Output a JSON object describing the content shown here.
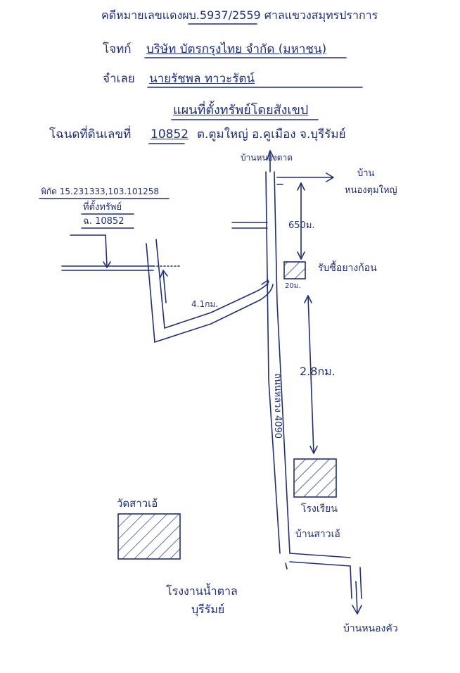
{
  "header": {
    "case_line": "คดีหมายเลขแดงผบ.5937/2559 ศาลแขวงสมุทรปราการ",
    "plaintiff_label": "โจทก์",
    "plaintiff_name": "บริษัท บัตรกรุงไทย จำกัด (มหาชน)",
    "defendant_label": "จำเลย",
    "defendant_name": "นายรัชพล ทาวะรัตน์",
    "map_title": "แผนที่ตั้งทรัพย์โดยสังเขป",
    "deed_prefix": "โฉนดที่ดินเลขที่",
    "deed_number": "10852",
    "deed_suffix": "ต.ตูมใหญ่ อ.คูเมือง จ.บุรีรัมย์"
  },
  "labels": {
    "coords": "พิกัด 15.231333,103.101258",
    "property_line1": "ที่ตั้งทรัพย์",
    "property_line2": "ฉ. 10852",
    "village_top": "บ้านหนองตาด",
    "village_right_1": "บ้าน",
    "village_right_2": "หนองตุมใหญ่",
    "dist_650": "650ม.",
    "rubber_shop": "รับซื้อยางก้อน",
    "dist_20": "20ม.",
    "dist_41": "4.1กม.",
    "dist_28": "2.8กม.",
    "road_name": "ถนนหลวง 4090",
    "temple": "วัดสาวเอ้",
    "school_1": "โรงเรียน",
    "school_2": "บ้านสาวเอ้",
    "factory_1": "โรงงานน้ำตาล",
    "factory_2": "บุรีรัมย์",
    "village_bottom": "บ้านหนองคัว"
  },
  "colors": {
    "ink": "#1f2f7a",
    "paper": "#ffffff"
  }
}
